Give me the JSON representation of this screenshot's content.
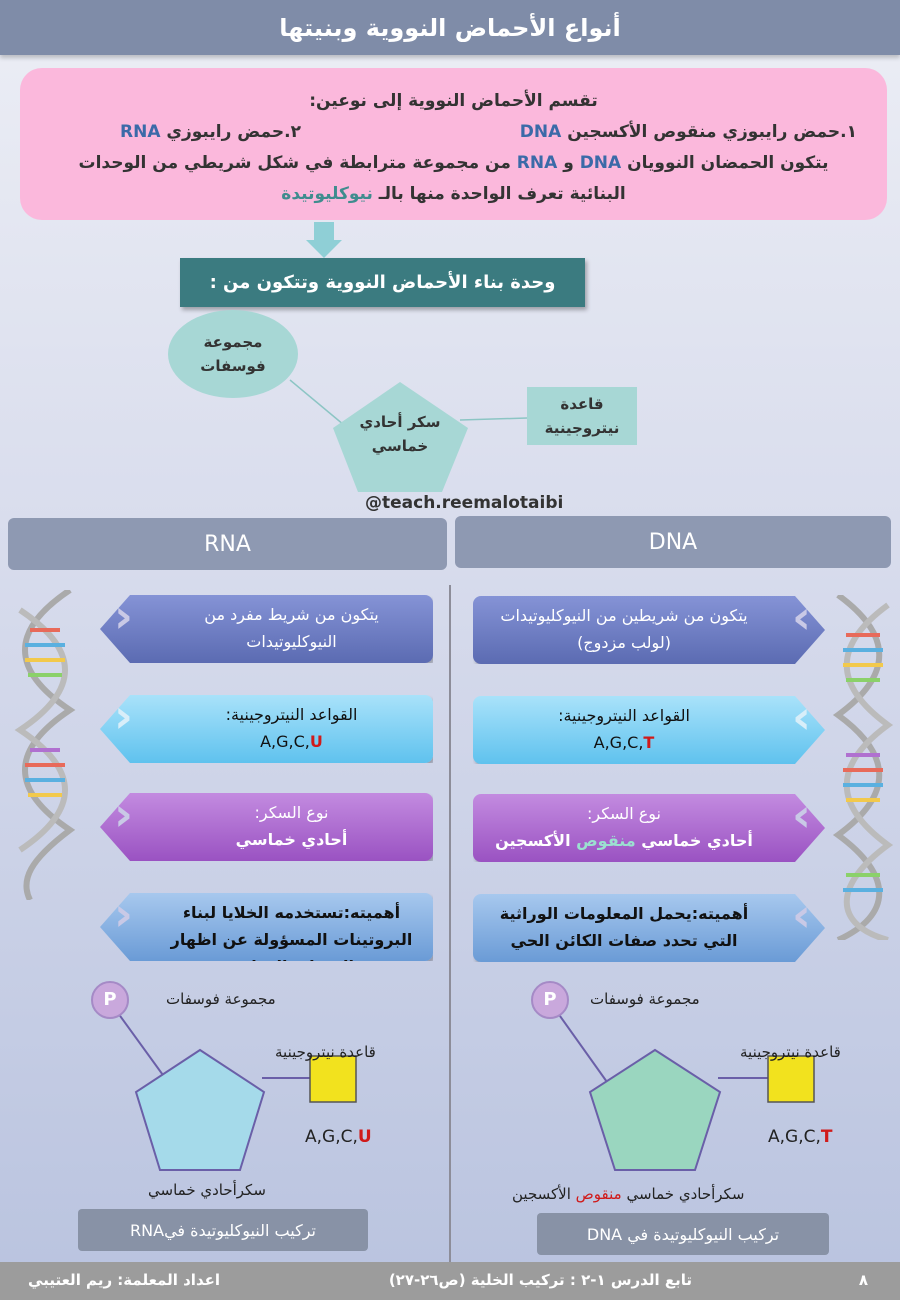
{
  "title": "أنواع الأحماض النووية وبنيتها",
  "intro": {
    "line1": "تقسم الأحماض النووية إلى نوعين:",
    "type1_prefix": "١.حمض رايبوزي منقوص الأكسجين",
    "type1_abbr": "DNA",
    "type2_prefix": "٢.حمض رايبوزي",
    "type2_abbr": "RNA",
    "line3_a": "يتكون الحمضان النوويان",
    "line3_dna": "DNA",
    "line3_and": "و",
    "line3_rna": "RNA",
    "line3_b": "من مجموعة مترابطة في شكل شريطي من الوحدات",
    "line4_a": "البنائية تعرف الواحدة منها بالـ",
    "line4_term": "نيوكليوتيدة"
  },
  "banner": "وحدة بناء الأحماض النووية وتتكون من :",
  "unit": {
    "phosphate": "مجموعة فوسفات",
    "sugar": "سكر أحادي خماسي",
    "base": "قاعدة نيتروجينية"
  },
  "handle": "@teach.reemalotaibi",
  "rna": {
    "header": "RNA",
    "strand": "يتكون من شريط مفرد من النيوكليوتيدات",
    "bases_label": "القواعد النيتروجينية:",
    "bases_prefix": "A,G,C,",
    "bases_special": "U",
    "sugar_label": "نوع السكر:",
    "sugar_value": "أحادي خماسي",
    "importance": "أهميته:تستخدمه الخلايا لبناء البروتينات المسؤولة عن اظهار الصفات الوراثية",
    "diagram": {
      "phosphate": "مجموعة فوسفات",
      "p": "P",
      "base": "قاعدة نيتروجينية",
      "bases_prefix": "A,G,C,",
      "bases_special": "U",
      "sugar": "سكرأحادي خماسي",
      "caption": "تركيب النيوكليوتيدة فيRNA"
    }
  },
  "dna": {
    "header": "DNA",
    "strand": "يتكون من شريطين من النيوكليوتيدات (لولب مزدوج)",
    "bases_label": "القواعد النيتروجينية:",
    "bases_prefix": "A,G,C,",
    "bases_special": "T",
    "sugar_label": "نوع السكر:",
    "sugar_value_a": "أحادي خماسي",
    "sugar_value_b": "منقوص",
    "sugar_value_c": "الأكسجين",
    "importance": "أهميته:يحمل المعلومات الوراثية التي تحدد صفات الكائن الحي",
    "diagram": {
      "phosphate": "مجموعة فوسفات",
      "p": "P",
      "base": "قاعدة نيتروجينية",
      "bases_prefix": "A,G,C,",
      "bases_special": "T",
      "sugar_a": "سكرأحادي خماسي",
      "sugar_b": "منقوص",
      "sugar_c": "الأكسجين",
      "caption": "تركيب النيوكليوتيدة في DNA"
    }
  },
  "footer": {
    "page": "٨",
    "lesson": "تابع الدرس ١-٢ : تركيب الخلية (ص٢٦-٢٧)",
    "author": "اعداد المعلمة: ريم العتيبي"
  },
  "colors": {
    "title": "#7f8ca8",
    "intro": "#fbb8dc",
    "banner": "#3b7b80",
    "accent_red": "#d01a1a",
    "accent_blue": "#3b6aa8"
  }
}
